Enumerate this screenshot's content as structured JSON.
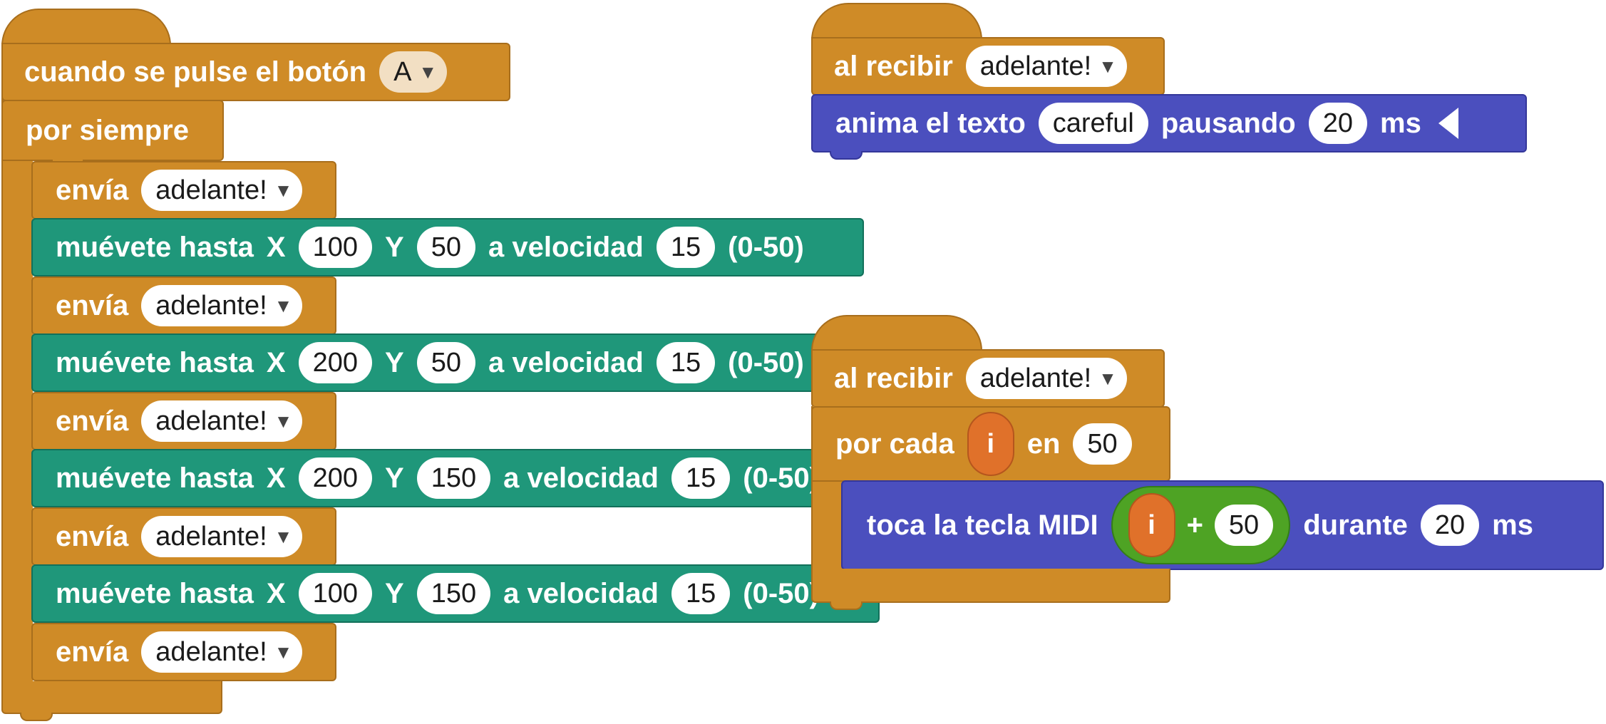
{
  "colors": {
    "control": "#cf8b27",
    "motion": "#1f977a",
    "display": "#4b4fbe",
    "operator": "#4ea324",
    "variable": "#e0712a"
  },
  "script1": {
    "hat": {
      "label": "cuando se pulse el botón",
      "button": "A"
    },
    "loop_label": "por siempre",
    "send_label": "envía",
    "message": "adelante!",
    "move_label": "muévete hasta",
    "x_label": "X",
    "y_label": "Y",
    "speed_label": "a velocidad",
    "range_label": "(0-50)",
    "moves": [
      {
        "x": "100",
        "y": "50",
        "speed": "15"
      },
      {
        "x": "200",
        "y": "50",
        "speed": "15"
      },
      {
        "x": "200",
        "y": "150",
        "speed": "15"
      },
      {
        "x": "100",
        "y": "150",
        "speed": "15"
      }
    ]
  },
  "script2": {
    "hat_label": "al recibir",
    "message": "adelante!",
    "anim_label": "anima el texto",
    "text": "careful",
    "pause_label": "pausando",
    "ms_value": "20",
    "ms_label": "ms"
  },
  "script3": {
    "hat_label": "al recibir",
    "message": "adelante!",
    "for_label": "por cada",
    "var": "i",
    "in_label": "en",
    "count": "50",
    "midi_label": "toca la tecla MIDI",
    "plus": "+",
    "addend": "50",
    "during_label": "durante",
    "duration": "20",
    "ms_label": "ms"
  }
}
